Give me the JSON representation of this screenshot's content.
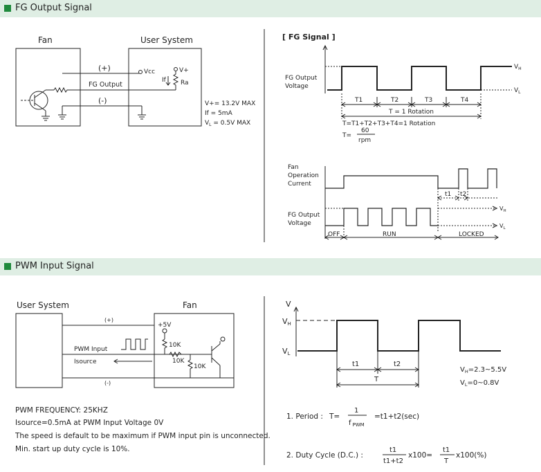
{
  "sections": {
    "fg": "FG Output Signal",
    "pwm": "PWM Input Signal"
  },
  "fg_circuit": {
    "fan_label": "Fan",
    "user_label": "User System",
    "plus": "(+)",
    "minus": "(-)",
    "fg_output": "FG Output",
    "vcc": "Vcc",
    "vplus": "V+",
    "if_label": "If",
    "ra": "Ra",
    "spec1": "V+= 13.2V MAX",
    "spec2": "If   = 5mA",
    "spec3": "V",
    "spec3_sub": "L",
    "spec3_rest": " = 0.5V MAX"
  },
  "fg_signal": {
    "title": "[ FG Signal ]",
    "ylabel1": "FG Output",
    "ylabel2": "Voltage",
    "vh": "V",
    "vh_sub": "H",
    "vl": "V",
    "vl_sub": "L",
    "t1": "T1",
    "t2": "T2",
    "t3": "T3",
    "t4": "T4",
    "rotation": "T = 1 Rotation",
    "formula1": "T=T1+T2+T3+T4=1 Rotation",
    "formula2_lhs": "T=",
    "formula2_num": "60",
    "formula2_den": "rpm"
  },
  "fan_op": {
    "current1": "Fan",
    "current2": "Operation",
    "current3": "Current",
    "fg1": "FG Output",
    "fg2": "Voltage",
    "vh": "V",
    "vh_sub": "H",
    "vl": "V",
    "vl_sub": "L",
    "t1": "t1",
    "t2": "t2",
    "off": "OFF",
    "run": "RUN",
    "locked": "LOCKED"
  },
  "pwm_circuit": {
    "user_label": "User System",
    "fan_label": "Fan",
    "plus": "(+)",
    "minus": "(-)",
    "pwm_input": "PWM Input",
    "isource": "Isource",
    "v5": "+5V",
    "r1": "10K",
    "r2": "10K",
    "r3": "10K"
  },
  "pwm_signal": {
    "v": "V",
    "vh": "V",
    "vh_sub": "H",
    "vl": "V",
    "vl_sub": "L",
    "t1": "t1",
    "t2": "t2",
    "t": "T",
    "spec_vh": "V",
    "spec_vh_sub": "H",
    "spec_vh_rest": "=2.3~5.5V",
    "spec_vl": "V",
    "spec_vl_sub": "L",
    "spec_vl_rest": "=0~0.8V"
  },
  "pwm_notes": {
    "freq": "PWM FREQUENCY: 25KHZ",
    "isource": "Isource=0.5mA at PWM Input Voltage 0V",
    "default": "The speed is default to be maximum if PWM input pin is unconnected.",
    "startup": "Min. start up duty cycle is 10%."
  },
  "pwm_formulas": {
    "period_label": "1. Period :",
    "period_lhs": "T=",
    "period_num": "1",
    "period_den": "f",
    "period_den_sub": "PWM",
    "period_rhs": "=t1+t2(sec)",
    "duty_label": "2. Duty Cycle (D.C.) :",
    "duty_num1": "t1",
    "duty_den1": "t1+t2",
    "duty_mid": "x100=",
    "duty_num2": "t1",
    "duty_den2": "T",
    "duty_rhs": "x100(%)"
  }
}
